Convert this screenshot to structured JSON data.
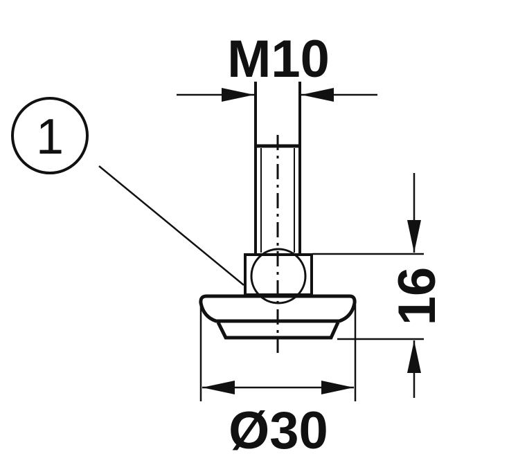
{
  "labels": {
    "thread": "M10",
    "height": "16",
    "diameter": "Ø30",
    "callout": "1"
  },
  "colors": {
    "line": "#111111",
    "background": "#ffffff"
  }
}
